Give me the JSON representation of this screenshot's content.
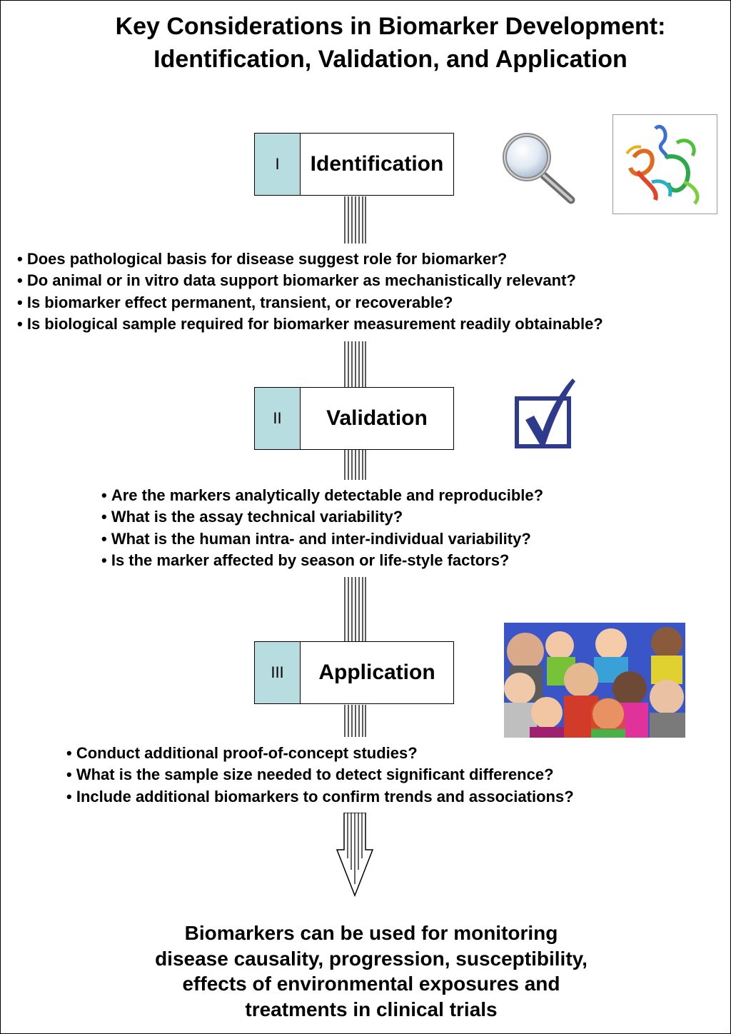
{
  "title": {
    "line1": "Key Considerations in Biomarker Development:",
    "line2": "Identification, Validation, and Application"
  },
  "stages": [
    {
      "numeral": "I",
      "label": "Identification",
      "questions": [
        "Does pathological basis for disease suggest role for biomarker?",
        "Do animal or in vitro data support biomarker as mechanistically relevant?",
        "Is  biomarker effect permanent, transient, or recoverable?",
        "Is biological sample required for biomarker measurement readily obtainable?"
      ]
    },
    {
      "numeral": "II",
      "label": "Validation",
      "questions": [
        "Are the markers analytically detectable and reproducible?",
        "What is the assay technical variability?",
        "What is the human intra- and inter-individual variability?",
        "Is the marker affected by season or life-style factors?"
      ]
    },
    {
      "numeral": "III",
      "label": "Application",
      "questions": [
        "Conduct additional proof-of-concept studies?",
        "What is the sample size needed to detect significant difference?",
        "Include additional biomarkers to confirm trends and associations?"
      ]
    }
  ],
  "conclusion": {
    "line1": "Biomarkers can be used for monitoring",
    "line2": "disease causality, progression, susceptibility,",
    "line3": "effects of environmental exposures and",
    "line4": "treatments in clinical trials"
  },
  "icons": {
    "stage1_icon": "magnifying-glass-icon",
    "stage1_image": "protein-ribbon-structure",
    "stage2_icon": "checkbox-checked-icon",
    "stage3_image": "crowd-of-people-illustration"
  },
  "colors": {
    "numeral_cell": "#b7dde0",
    "checkmark": "#2e3a8c",
    "border": "#000000"
  }
}
